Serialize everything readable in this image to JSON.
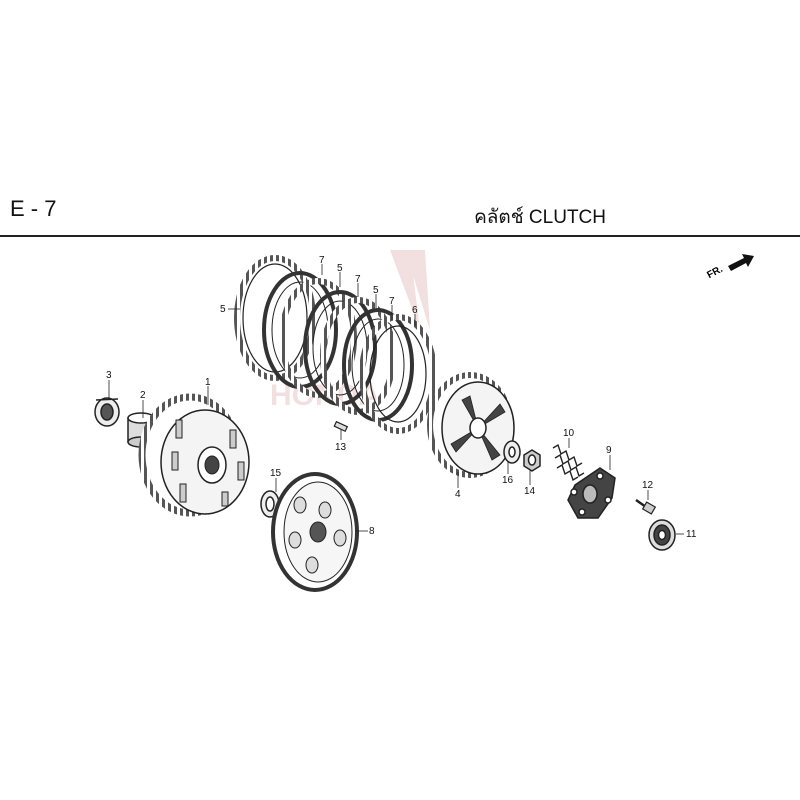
{
  "header": {
    "section_code": "E - 7",
    "title": "คลัตช์  CLUTCH"
  },
  "direction_label": "FR.",
  "callouts": [
    "1",
    "2",
    "3",
    "4",
    "5",
    "5",
    "5",
    "6",
    "7",
    "7",
    "7",
    "8",
    "9",
    "10",
    "11",
    "12",
    "13",
    "14",
    "15",
    "16"
  ]
}
